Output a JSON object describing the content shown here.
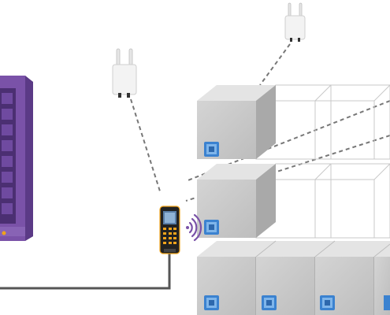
{
  "scene": {
    "server": {
      "icon": "server-rack-icon",
      "color": "#7a52a8"
    },
    "access_points": [
      {
        "icon": "wireless-access-point-icon"
      },
      {
        "icon": "wireless-access-point-icon"
      }
    ],
    "handheld": {
      "icon": "rfid-handheld-scanner-icon",
      "accent": "#f0a31a"
    },
    "signal": {
      "icon": "wireless-signal-icon",
      "color": "#7a52a8"
    },
    "cable_color": "#555555",
    "link_style": "dashed",
    "shelving": {
      "rows": 3,
      "solid_box_color": "#c8c8c8",
      "tag_icon": "rfid-tag-icon",
      "tag_color": "#3b82d0",
      "filled_boxes": [
        [
          1
        ],
        [
          1
        ],
        [
          1,
          1,
          1,
          1
        ]
      ]
    }
  }
}
